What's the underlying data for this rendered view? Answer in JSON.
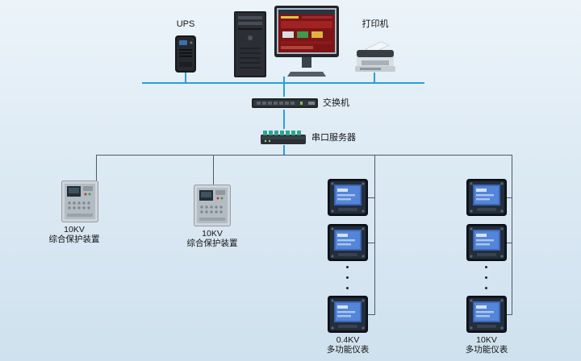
{
  "labels": {
    "ups": "UPS",
    "printer": "打印机",
    "switch": "交换机",
    "serial_server": "串口服务器",
    "protection1_line1": "10KV",
    "protection1_line2": "综合保护装置",
    "protection2_line1": "10KV",
    "protection2_line2": "综合保护装置",
    "meters_04kv_line1": "0.4KV",
    "meters_04kv_line2": "多功能仪表",
    "meters_10kv_line1": "10KV",
    "meters_10kv_line2": "多功能仪表"
  },
  "colors": {
    "trunk_line": "#27a0d8",
    "branch_line": "#4d5a66",
    "background_top": "#ecf4fa",
    "background_bottom": "#cfe1ee",
    "meter_screen": "#5585d8"
  }
}
